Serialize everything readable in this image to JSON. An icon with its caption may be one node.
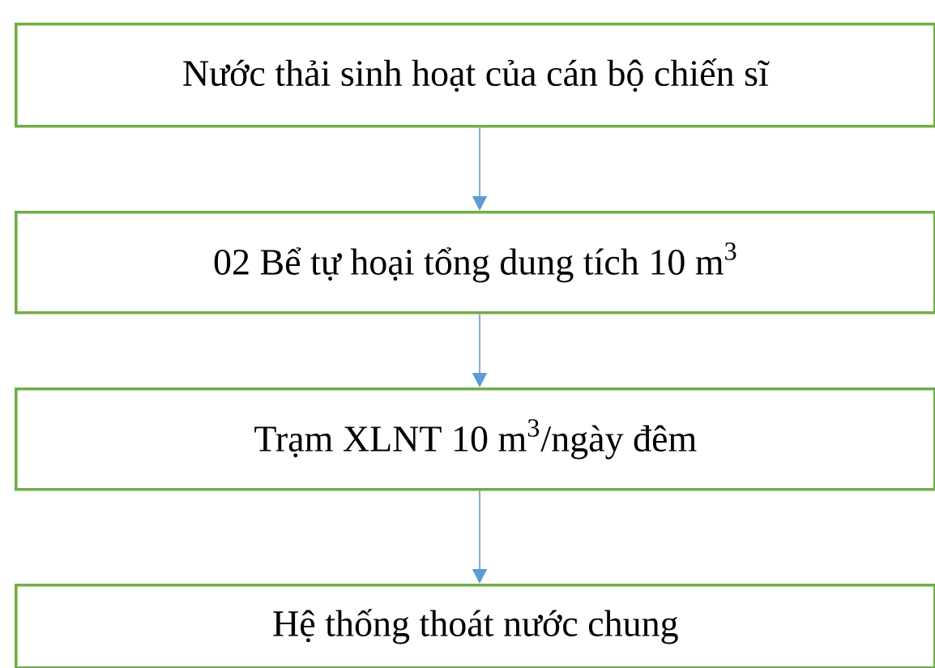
{
  "diagram": {
    "nodes": [
      {
        "text": [
          "Nước thải sinh hoạt của cán bộ chiến sĩ"
        ]
      },
      {
        "text": [
          "02 Bể tự hoại tổng dung tích 10 m$^{3}$"
        ]
      },
      {
        "text": [
          "Trạm XLNT 10 m$^{3}$/ngày đêm"
        ]
      },
      {
        "text": [
          "Hệ thống thoát nước chung"
        ]
      }
    ],
    "edges": [
      {
        "from": 0,
        "to": 1,
        "arrow": "to"
      },
      {
        "from": 1,
        "to": 2,
        "arrow": "to"
      },
      {
        "from": 2,
        "to": 3,
        "arrow": "to"
      }
    ]
  }
}
